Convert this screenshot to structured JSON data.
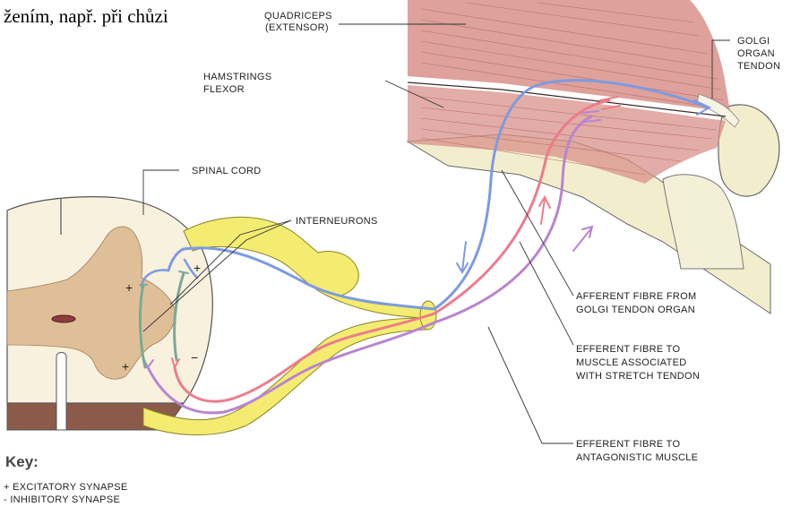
{
  "caption": "žením, např. při chůzi",
  "labels": {
    "quadriceps": "QUADRICEPS",
    "quadriceps_sub": "(EXTENSOR)",
    "hamstrings": "HAMSTRINGS",
    "hamstrings_sub": "FLEXOR",
    "golgi_1": "GOLGI",
    "golgi_2": "ORGAN",
    "golgi_3": "TENDON",
    "spinal_cord": "SPINAL CORD",
    "interneurons": "INTERNEURONS",
    "afferent_1": "AFFERENT FIBRE FROM",
    "afferent_2": "GOLGI TENDON ORGAN",
    "efferent_stretch_1": "EFFERENT FIBRE TO",
    "efferent_stretch_2": "MUSCLE ASSOCIATED",
    "efferent_stretch_3": "WITH STRETCH TENDON",
    "efferent_antag_1": "EFFERENT FIBRE TO",
    "efferent_antag_2": "ANTAGONISTIC MUSCLE"
  },
  "synapse_signs": {
    "plus": "+",
    "minus": "−"
  },
  "key": {
    "title": "Key:",
    "excitatory": "+ EXCITATORY SYNAPSE",
    "inhibitory": "- INHIBITORY SYNAPSE"
  },
  "colors": {
    "afferent": "#7d9be0",
    "efferent_stretch": "#ec7c8c",
    "efferent_antagonist": "#b984d0",
    "interneuron": "#78aa98",
    "nerve": "#f4ec70",
    "grey_matter": "#dfbf98",
    "white_matter": "#f7f1de",
    "spinal_base": "#8b5a48",
    "muscle": "#d8908a",
    "bone": "#f2edcc"
  }
}
